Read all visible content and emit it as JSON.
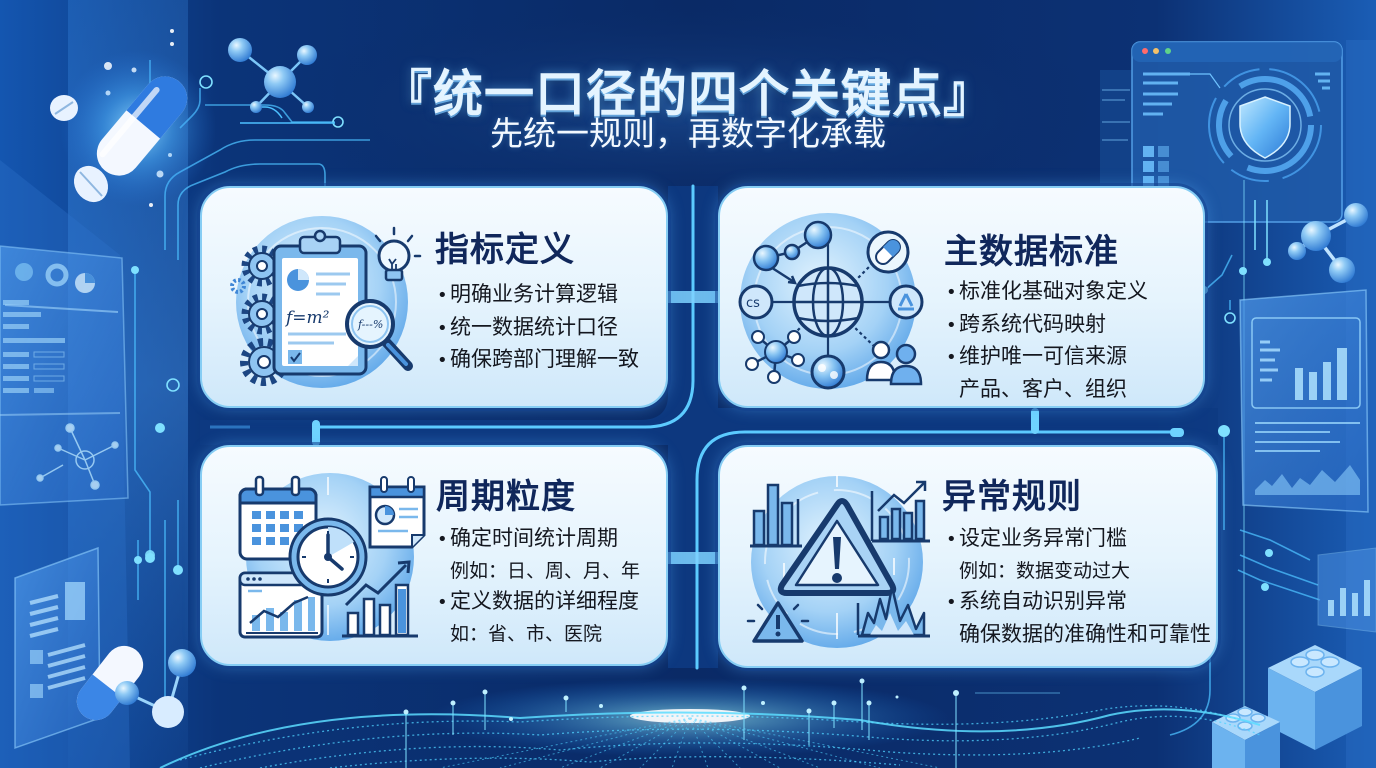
{
  "header": {
    "title": "『统一口径的四个关键点』",
    "subtitle": "先统一规则，再数字化承载"
  },
  "cards": [
    {
      "id": "metric-definition",
      "title": "指标定义",
      "icon": "clipboard-formula-icon",
      "icon_texts": {
        "formula": "f=m²",
        "magnifier": "f---%"
      },
      "lines": [
        {
          "marker": "•",
          "text": "明确业务计算逻辑"
        },
        {
          "marker": "•",
          "text": "统一数据统计口径"
        },
        {
          "marker": "•",
          "text": "确保跨部门理解一致"
        }
      ]
    },
    {
      "id": "master-data-standard",
      "title": "主数据标准",
      "icon": "globe-network-icon",
      "lines": [
        {
          "marker": "•",
          "text": "标准化基础对象定义"
        },
        {
          "marker": "•",
          "text": "跨系统代码映射"
        },
        {
          "marker": "•",
          "text": "维护唯一可信来源"
        },
        {
          "marker": "",
          "text": "产品、客户、组织"
        }
      ]
    },
    {
      "id": "period-granularity",
      "title": "周期粒度",
      "icon": "calendar-clock-icon",
      "lines": [
        {
          "marker": "•",
          "text": "确定时间统计周期"
        },
        {
          "marker": "",
          "text": "例如：日、周、月、年"
        },
        {
          "marker": "•",
          "text": "定义数据的详细程度"
        },
        {
          "marker": "",
          "text": "如：省、市、医院"
        }
      ]
    },
    {
      "id": "anomaly-rules",
      "title": "异常规则",
      "icon": "warning-alert-icon",
      "lines": [
        {
          "marker": "•",
          "text": "设定业务异常门槛"
        },
        {
          "marker": "",
          "text": "例如：数据变动过大"
        },
        {
          "marker": "•",
          "text": "系统自动识别异常"
        },
        {
          "marker": "",
          "text": "确保数据的准确性和可靠性"
        }
      ]
    }
  ],
  "decorations": {
    "left": [
      "capsule-pill-icon",
      "tablet-icon",
      "molecule-icon",
      "dashboard-panel",
      "document-panel"
    ],
    "right": [
      "browser-window-shield-icon",
      "bar-chart-panel",
      "molecule-icon",
      "building-blocks-icon"
    ],
    "bottom": [
      "glowing-wave-mesh"
    ],
    "window_dots": [
      "#ff6b6b",
      "#f3c16a",
      "#5fd38a"
    ]
  },
  "colors": {
    "background": "#0a2a66",
    "card_fill": "#e6f4fd",
    "card_border": "#86cdf4",
    "heading": "#10275b",
    "body_text": "#14171f",
    "accent_cyan": "#5fd0ff",
    "icon_blue": "#4a93dd",
    "icon_outline": "#173a6d"
  }
}
